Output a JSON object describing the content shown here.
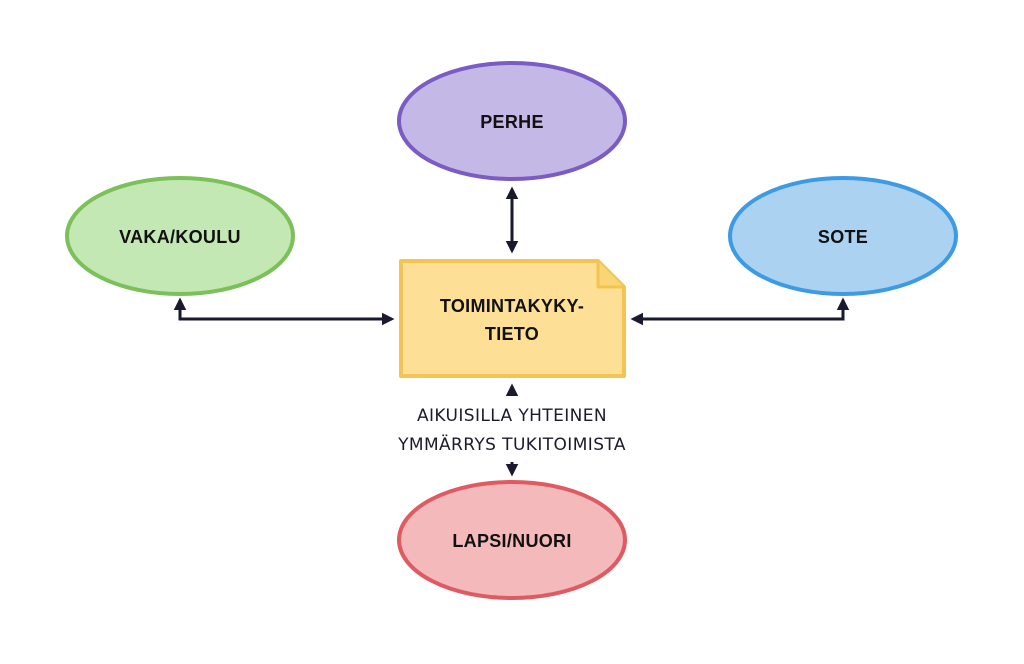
{
  "nodes": {
    "perhe": {
      "label": "PERHE",
      "fill": "#c3b8e6",
      "stroke": "#7a5cc4"
    },
    "vaka_koulu": {
      "label": "VAKA/KOULU",
      "fill": "#c4e8b4",
      "stroke": "#7cc05a"
    },
    "sote": {
      "label": "SOTE",
      "fill": "#acd2f2",
      "stroke": "#3d9be3"
    },
    "toimintakyky": {
      "label_line1": "TOIMINTAKYKY-",
      "label_line2": "TIETO",
      "fill": "#fde096",
      "stroke": "#f2c453"
    },
    "lapsi_nuori": {
      "label": "LAPSI/NUORI",
      "fill": "#f4b9bb",
      "stroke": "#df5b62"
    }
  },
  "caption": {
    "line1": "AIKUISILLA YHTEINEN",
    "line2": "YMMÄRRYS TUKITOIMISTA"
  },
  "colors": {
    "arrow": "#1a1a2e"
  }
}
